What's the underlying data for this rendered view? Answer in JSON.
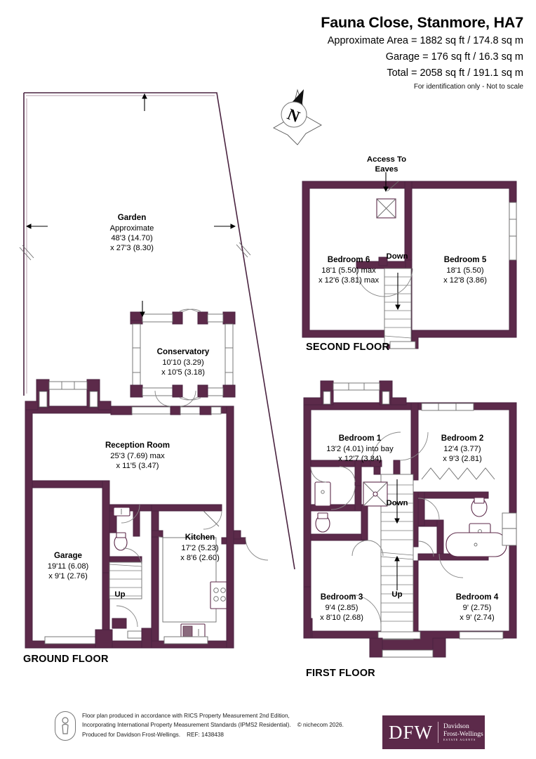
{
  "header": {
    "title": "Fauna Close, Stanmore, HA7",
    "approx_area": "Approximate Area = 1882 sq ft / 174.8 sq m",
    "garage_area": "Garage = 176 sq ft / 16.3 sq m",
    "total_area": "Total = 2058 sq ft / 191.1 sq m",
    "disclaimer": "For identification only - Not to scale"
  },
  "compass": {
    "label": "N",
    "name": "north-arrow"
  },
  "floors": {
    "ground": {
      "label": "GROUND FLOOR"
    },
    "first": {
      "label": "FIRST FLOOR"
    },
    "second": {
      "label": "SECOND FLOOR"
    }
  },
  "rooms": {
    "garden": {
      "name": "Garden",
      "l1": "Approximate",
      "l2": "48'3 (14.70)",
      "l3": "x 27'3 (8.30)"
    },
    "conservatory": {
      "name": "Conservatory",
      "l1": "10'10 (3.29)",
      "l2": "x 10'5 (3.18)",
      "l3": ""
    },
    "reception": {
      "name": "Reception Room",
      "l1": "25'3 (7.69) max",
      "l2": "x 11'5 (3.47)",
      "l3": ""
    },
    "garage": {
      "name": "Garage",
      "l1": "19'11 (6.08)",
      "l2": "x 9'1 (2.76)",
      "l3": ""
    },
    "kitchen": {
      "name": "Kitchen",
      "l1": "17'2 (5.23)",
      "l2": "x 8'6 (2.60)",
      "l3": ""
    },
    "bedroom1": {
      "name": "Bedroom 1",
      "l1": "13'2 (4.01) into bay",
      "l2": "x 12'7 (3.84)",
      "l3": ""
    },
    "bedroom2": {
      "name": "Bedroom 2",
      "l1": "12'4 (3.77)",
      "l2": "x 9'3 (2.81)",
      "l3": ""
    },
    "bedroom3": {
      "name": "Bedroom 3",
      "l1": "9'4 (2.85)",
      "l2": "x 8'10 (2.68)",
      "l3": ""
    },
    "bedroom4": {
      "name": "Bedroom 4",
      "l1": "9' (2.75)",
      "l2": "x 9' (2.74)",
      "l3": ""
    },
    "bedroom5": {
      "name": "Bedroom 5",
      "l1": "18'1 (5.50)",
      "l2": "x 12'8 (3.86)",
      "l3": ""
    },
    "bedroom6": {
      "name": "Bedroom 6",
      "l1": "18'1 (5.50) max",
      "l2": "x 12'6 (3.81) max",
      "l3": ""
    }
  },
  "annotations": {
    "access_eaves_1": "Access To",
    "access_eaves_2": "Eaves",
    "down_first": "Down",
    "up_first": "Up",
    "down_second": "Down",
    "up_ground": "Up"
  },
  "footer": {
    "line1": "Floor plan produced in accordance with RICS Property Measurement 2nd Edition,",
    "line2": "Incorporating International Property Measurement Standards (IPMS2 Residential).",
    "copyright": "© nichecom 2026.",
    "line3": "Produced for Davidson Frost-Wellings.",
    "ref": "REF: 1438438",
    "logo_mark": "DFW",
    "logo_name1": "Davidson",
    "logo_name2": "Frost-Wellings",
    "logo_tagline": "ESTATE AGENTS"
  },
  "colors": {
    "wall": "#5c2a4a",
    "wall_stroke": "#4a2340",
    "boundary": "#4a2340",
    "logo_bg": "#5c2a4a"
  }
}
